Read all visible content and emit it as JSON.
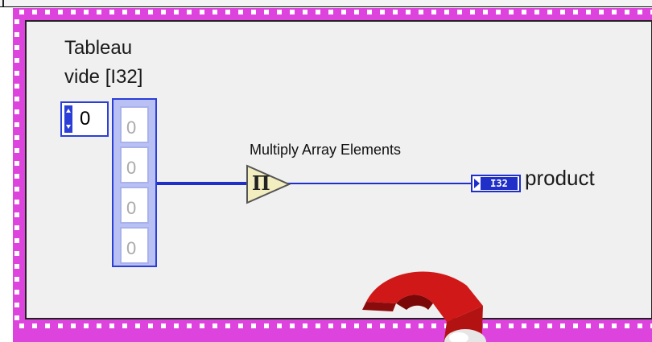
{
  "array_constant": {
    "label_line1": "Tableau",
    "label_line2": "vide [I32]",
    "index_value": "0",
    "elements": [
      "0",
      "0",
      "0",
      "0"
    ]
  },
  "function": {
    "label": "Multiply Array Elements",
    "glyph": "Π"
  },
  "indicator": {
    "type_badge": "I32",
    "label": "product"
  },
  "icons": {
    "spin": "increment-decrement-icon",
    "function": "multiply-array-elements-icon",
    "question": "question-mark-icon"
  },
  "colors": {
    "structure": "#dd44dd",
    "integer_wire": "#1f2fc8",
    "function_fill": "#f3eec0",
    "question_mark": "#d01818"
  }
}
